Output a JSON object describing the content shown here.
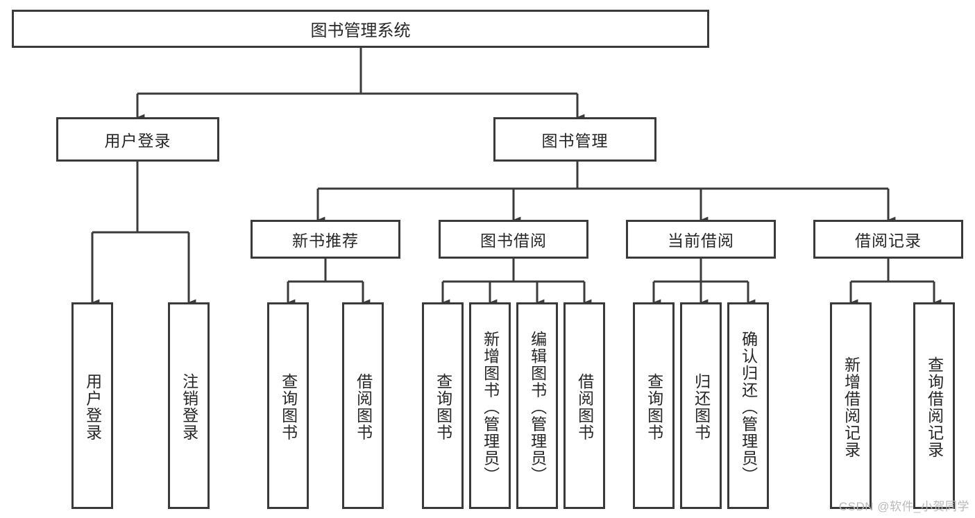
{
  "diagram": {
    "type": "tree-hierarchy",
    "title": "图书管理系统",
    "stroke_color": "#3a3a3a",
    "text_color": "#262626",
    "background_color": "#ffffff",
    "root": {
      "label": "图书管理系统"
    },
    "level2": [
      {
        "label": "用户登录"
      },
      {
        "label": "图书管理"
      }
    ],
    "level3": [
      {
        "label": "新书推荐"
      },
      {
        "label": "图书借阅"
      },
      {
        "label": "当前借阅"
      },
      {
        "label": "借阅记录"
      }
    ],
    "leaves": {
      "user_login": [
        {
          "label": "用户登录"
        },
        {
          "label": "注销登录"
        }
      ],
      "new_book": [
        {
          "label": "查询图书"
        },
        {
          "label": "借阅图书"
        }
      ],
      "borrow_book": [
        {
          "label": "查询图书"
        },
        {
          "label": "新增图书（管理员）"
        },
        {
          "label": "编辑图书（管理员）"
        },
        {
          "label": "借阅图书"
        }
      ],
      "current_borrow": [
        {
          "label": "查询图书"
        },
        {
          "label": "归还图书"
        },
        {
          "label": "确认归还（管理员）"
        }
      ],
      "borrow_record": [
        {
          "label": "新增借阅记录"
        },
        {
          "label": "查询借阅记录"
        }
      ]
    }
  },
  "watermark": {
    "text": "CSDN @软件_小贺同学"
  }
}
